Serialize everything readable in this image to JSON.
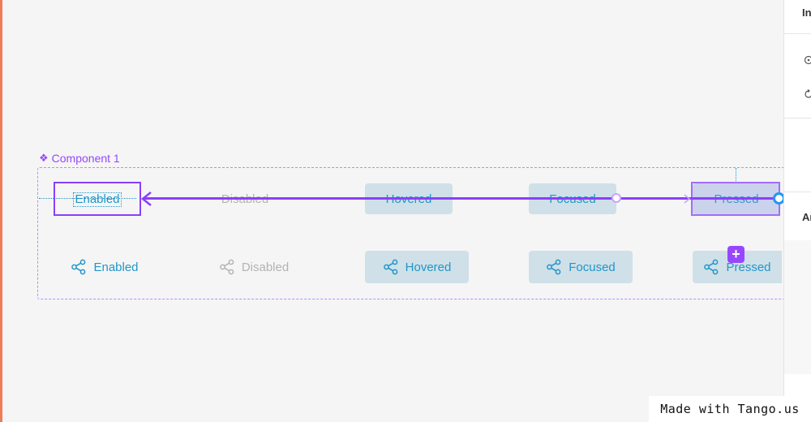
{
  "component": {
    "label": "Component 1"
  },
  "top_row": [
    {
      "label": "Enabled"
    },
    {
      "label": "Disabled"
    },
    {
      "label": "Hovered"
    },
    {
      "label": "Focused"
    },
    {
      "label": "Pressed"
    }
  ],
  "bottom_row": [
    {
      "label": "Enabled"
    },
    {
      "label": "Disabled"
    },
    {
      "label": "Hovered"
    },
    {
      "label": "Focused"
    },
    {
      "label": "Pressed"
    }
  ],
  "right_panel": {
    "header_fragment": "In",
    "section_fragment": "Ar"
  },
  "watermark": "Made with Tango.us",
  "colors": {
    "accent_purple": "#8a3ffc",
    "component_purple": "#9747ff",
    "text_blue": "#2196c9",
    "chip_fill": "#cfe0e8",
    "disabled_gray": "#b3b3b3"
  },
  "icons": {
    "component": "component-icon",
    "share": "share-icon",
    "plus": "plus-icon"
  }
}
